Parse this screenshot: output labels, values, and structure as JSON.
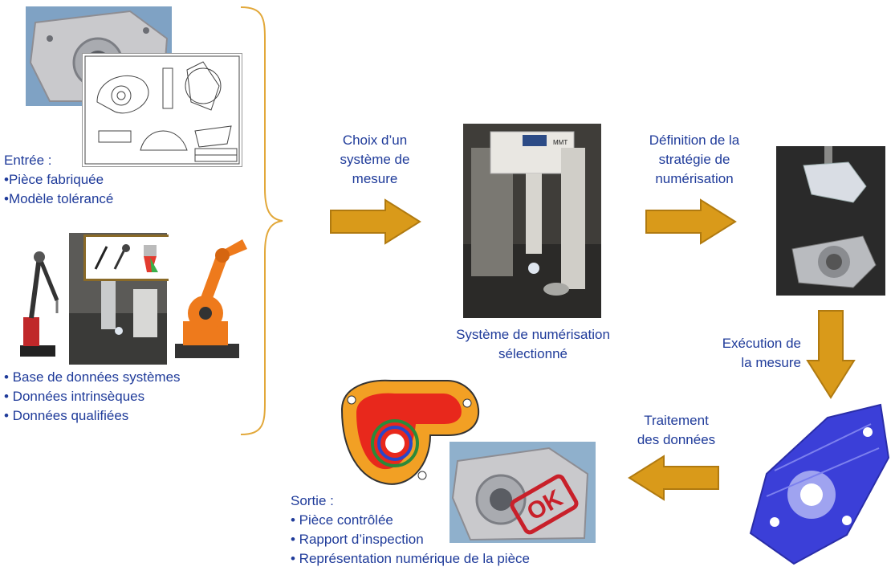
{
  "input": {
    "title": "Entrée :",
    "items": [
      "•Pièce fabriquée",
      "•Modèle tolérancé"
    ]
  },
  "systems": {
    "title": "• Base de données systèmes",
    "items": [
      "•  Données intrinsèques",
      "•  Données qualifiées"
    ]
  },
  "steps": {
    "choose": "Choix d’un\nsystème de\nmesure",
    "selected": "Système de numérisation\nsélectionné",
    "strategy": "Définition de la\nstratégie de\nnumérisation",
    "execute": "Exécution de\nla mesure",
    "process": "Traitement\ndes données"
  },
  "output": {
    "title": "Sortie :",
    "items": [
      "• Pièce contrôlée",
      "• Rapport d’inspection",
      "• Représentation numérique de la pièce"
    ]
  },
  "stamp_text": "OK",
  "cmm_brand_text": "MMT",
  "colors": {
    "text": "#1f3b9a",
    "arrow_fill": "#d99a1a",
    "arrow_stroke": "#b07a10",
    "brace": "#e2a83a",
    "robot": "#ee7a1c",
    "scan_blue": "#3b3fd8",
    "cad_red": "#e8281c",
    "cad_orange": "#f2a024",
    "stamp_red": "#c8202a"
  }
}
